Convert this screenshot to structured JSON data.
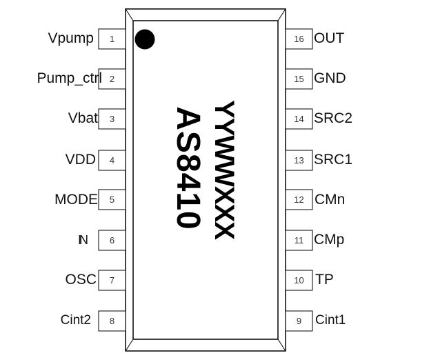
{
  "chip": {
    "part_number": "AS8410",
    "date_code": "YYWWXXX",
    "pin1_marker": "filled-dot"
  },
  "pins_left": [
    {
      "num": "1",
      "name": "Vpump"
    },
    {
      "num": "2",
      "name": "Pump_ctrl"
    },
    {
      "num": "3",
      "name": "Vbat"
    },
    {
      "num": "4",
      "name": "VDD"
    },
    {
      "num": "5",
      "name": "MODE"
    },
    {
      "num": "6",
      "name": "IN"
    },
    {
      "num": "7",
      "name": "OSC"
    },
    {
      "num": "8",
      "name": "Cint2"
    }
  ],
  "pins_right": [
    {
      "num": "16",
      "name": "OUT"
    },
    {
      "num": "15",
      "name": "GND"
    },
    {
      "num": "14",
      "name": "SRC2"
    },
    {
      "num": "13",
      "name": "SRC1"
    },
    {
      "num": "12",
      "name": "CMn"
    },
    {
      "num": "11",
      "name": "CMp"
    },
    {
      "num": "10",
      "name": "TP"
    },
    {
      "num": "9",
      "name": "Cint1"
    }
  ]
}
